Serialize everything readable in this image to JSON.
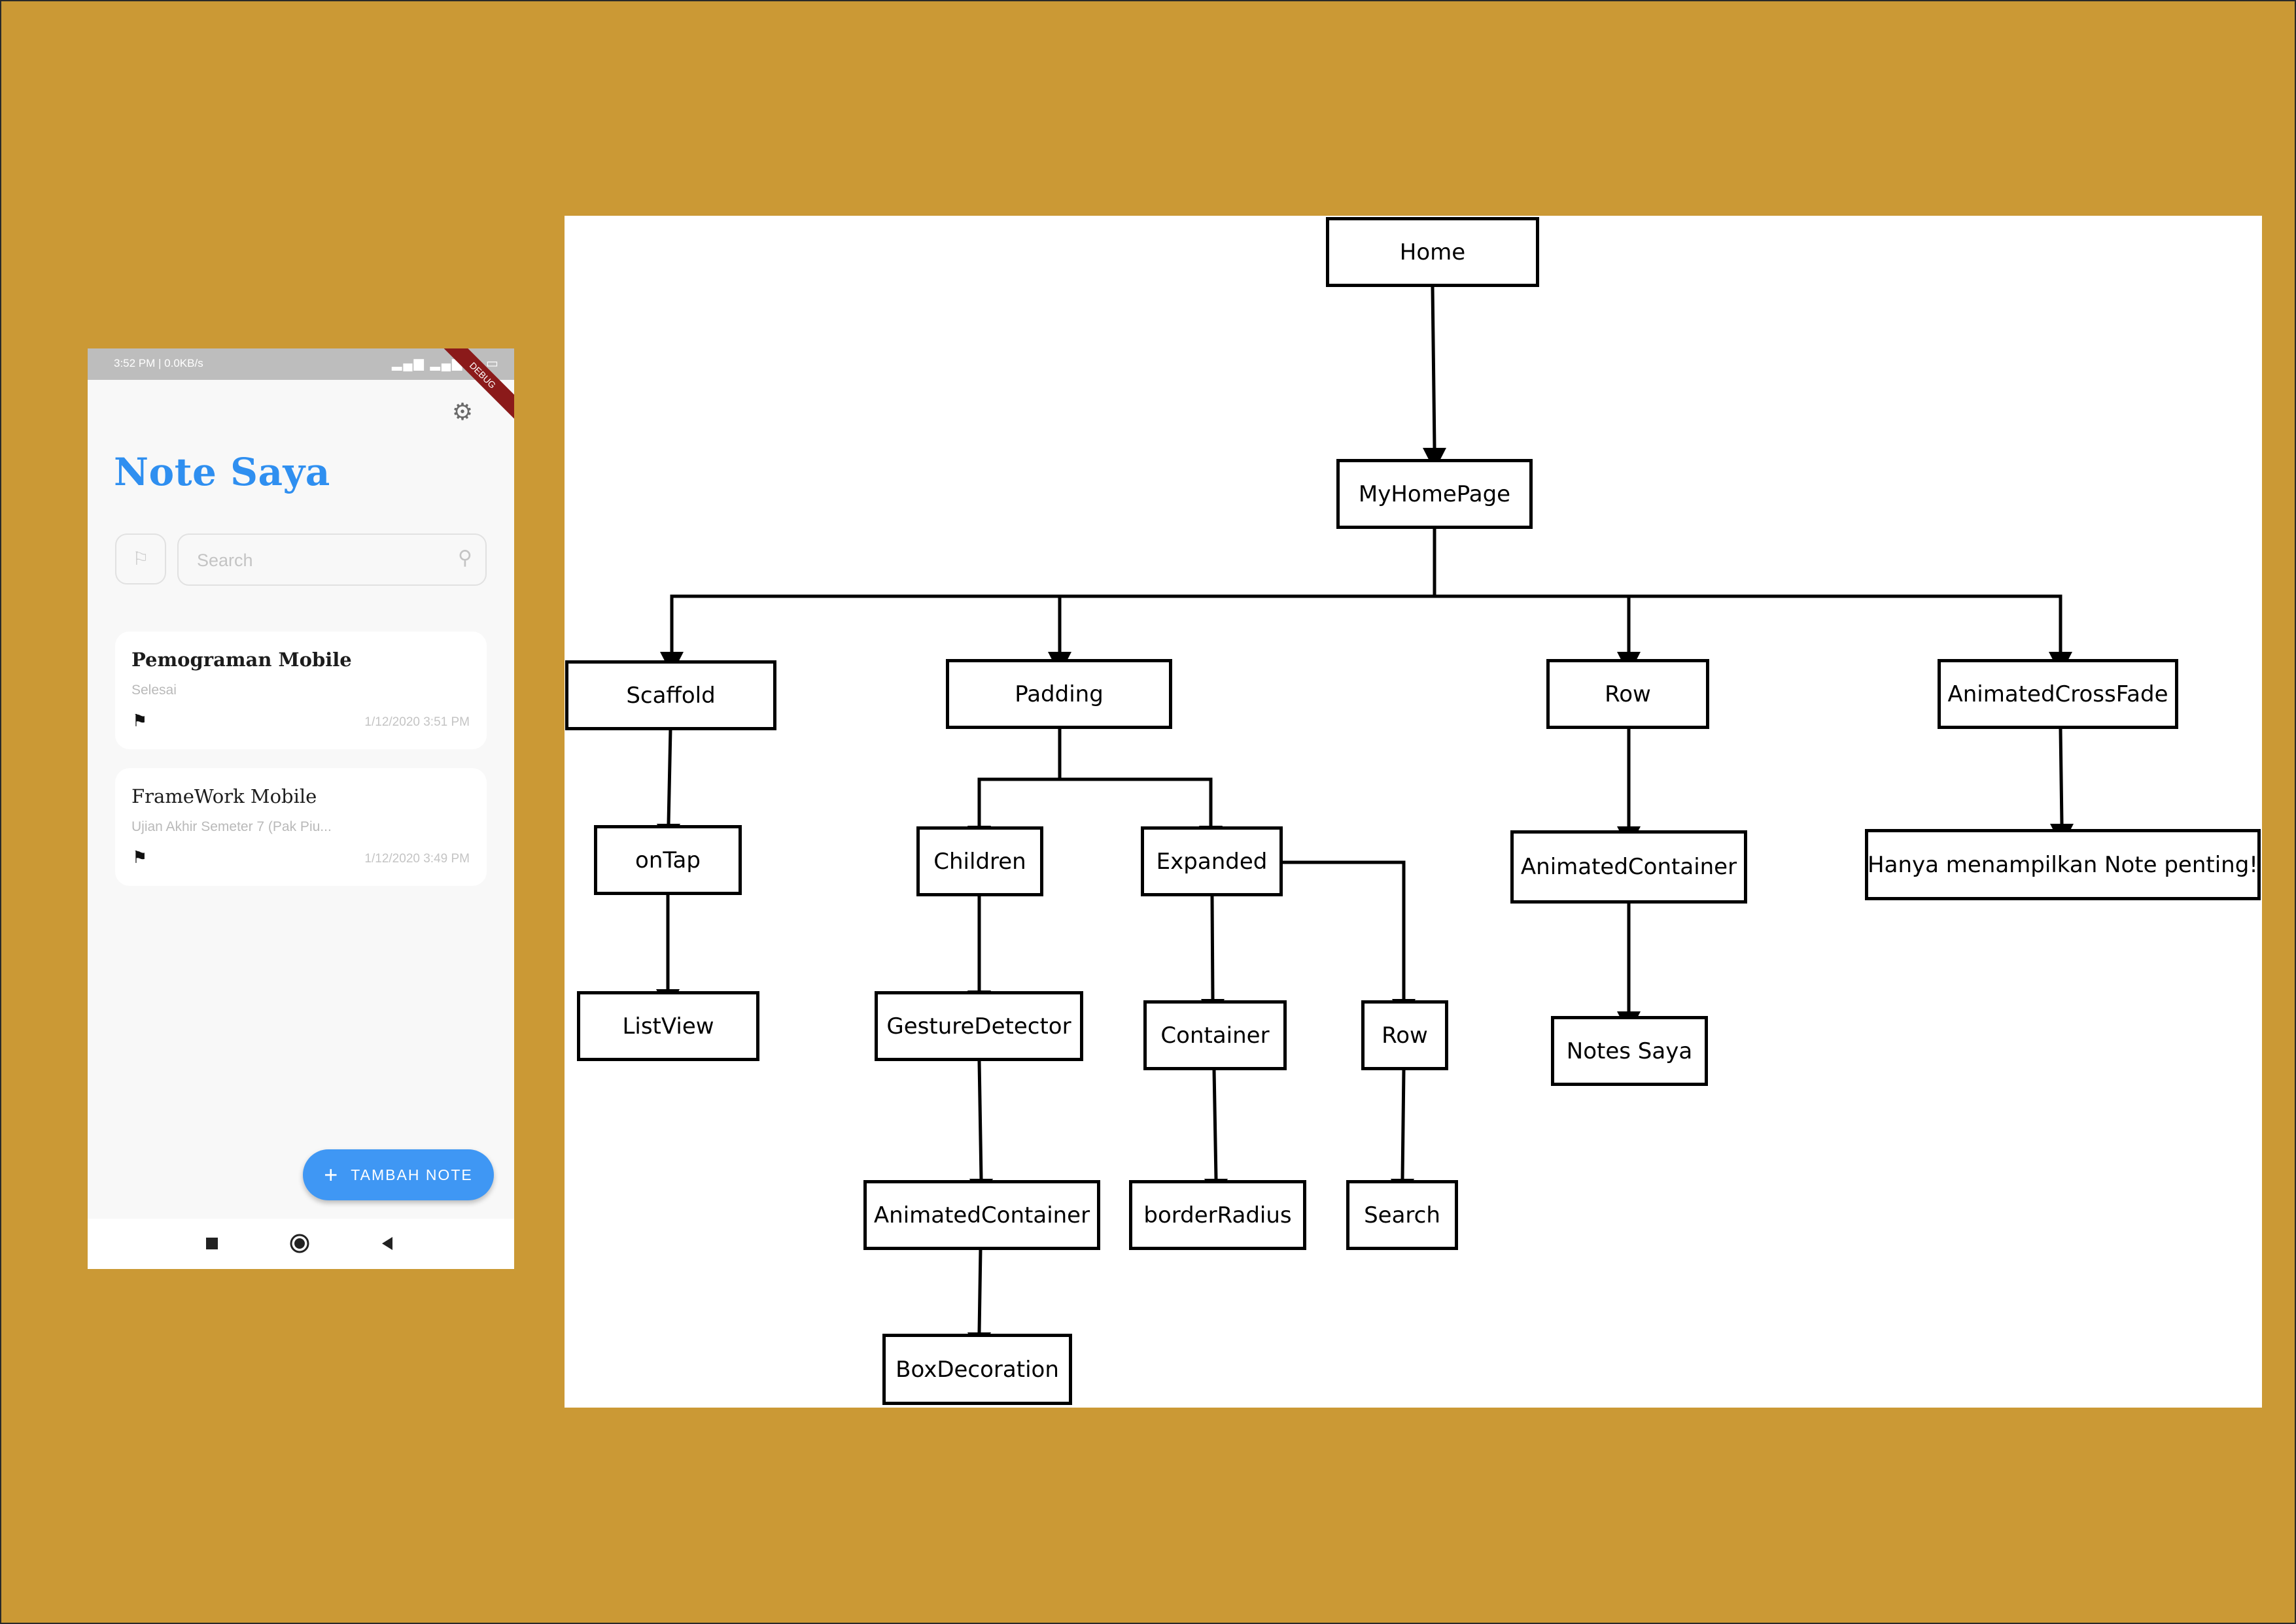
{
  "phone": {
    "status_time": "3:52 PM | 0.0KB/s",
    "debug_label": "DEBUG",
    "app_title": "Note Saya",
    "search_placeholder": "Search",
    "fab_label": "TAMBAH NOTE",
    "notes": [
      {
        "title": "Pemograman Mobile",
        "subtitle": "Selesai",
        "time": "1/12/2020 3:51 PM",
        "important": true
      },
      {
        "title": "FrameWork Mobile",
        "subtitle": "Ujian Akhir Semeter 7 (Pak Piu...",
        "time": "1/12/2020 3:49 PM",
        "important": true
      }
    ],
    "colors": {
      "accent": "#3F97F4",
      "background": "#F8F8F8",
      "status_bar": "#BDBDBD"
    },
    "icons": [
      "gear-icon",
      "flag-outline-icon",
      "search-icon",
      "flag-icon",
      "plus-icon",
      "square-nav-icon",
      "circle-nav-icon",
      "triangle-nav-icon"
    ]
  },
  "diagram": {
    "nodes": {
      "home": "Home",
      "myhomepage": "MyHomePage",
      "scaffold": "Scaffold",
      "padding": "Padding",
      "row": "Row",
      "animatedcrossfade": "AnimatedCrossFade",
      "ontap": "onTap",
      "listview": "ListView",
      "children": "Children",
      "expanded": "Expanded",
      "gesturedetector": "GestureDetector",
      "animatedcontainer_left": "AnimatedContainer",
      "boxdecoration": "BoxDecoration",
      "container": "Container",
      "borderradius": "borderRadius",
      "row_inner": "Row",
      "search": "Search",
      "animatedcontainer_right": "AnimatedContainer",
      "notessaya": "Notes Saya",
      "hanya": "Hanya menampilkan Note penting!"
    }
  },
  "colors": {
    "page_background": "#CB9935"
  }
}
